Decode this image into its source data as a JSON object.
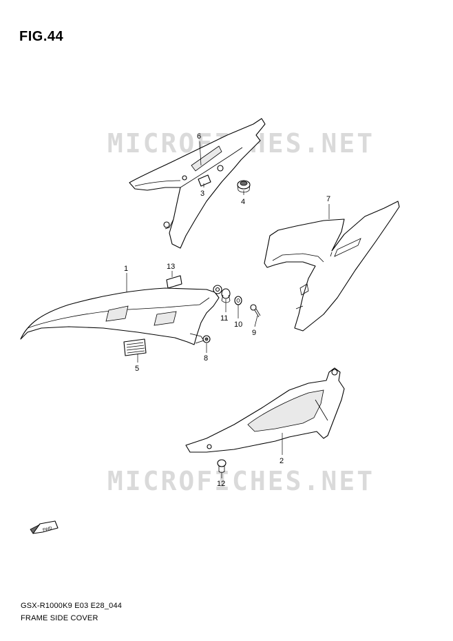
{
  "figure": {
    "title": "FIG.44"
  },
  "watermark": {
    "text": "MICROFICHES.NET"
  },
  "footer": {
    "model_code": "GSX-R1000K9 E03 E28_044",
    "caption": "FRAME SIDE COVER"
  },
  "callouts": {
    "p1": "1",
    "p2": "2",
    "p3": "3",
    "p4": "4",
    "p5": "5",
    "p6": "6",
    "p7": "7",
    "p8": "8",
    "p9": "9",
    "p10": "10",
    "p11": "11",
    "p12": "12",
    "p13": "13"
  },
  "fwd_label": "FWD"
}
